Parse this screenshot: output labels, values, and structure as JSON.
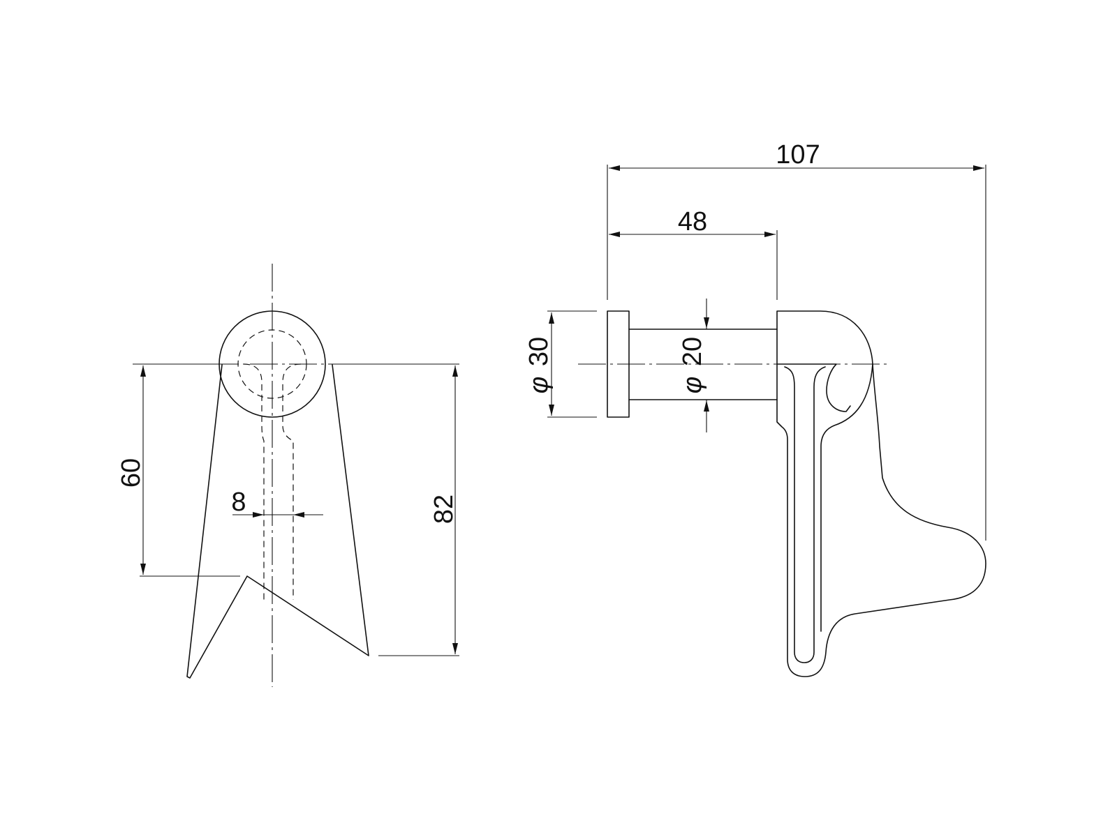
{
  "dimensions": {
    "overall_length": "107",
    "stem_length": "48",
    "flange_diameter_symbol": "φ",
    "flange_diameter_value": "30",
    "stem_diameter_symbol": "φ",
    "stem_diameter_value": "20",
    "axis_height": "60",
    "total_height": "82",
    "slot_width": "8"
  },
  "colors": {
    "line": "#111111",
    "background": "#ffffff"
  }
}
